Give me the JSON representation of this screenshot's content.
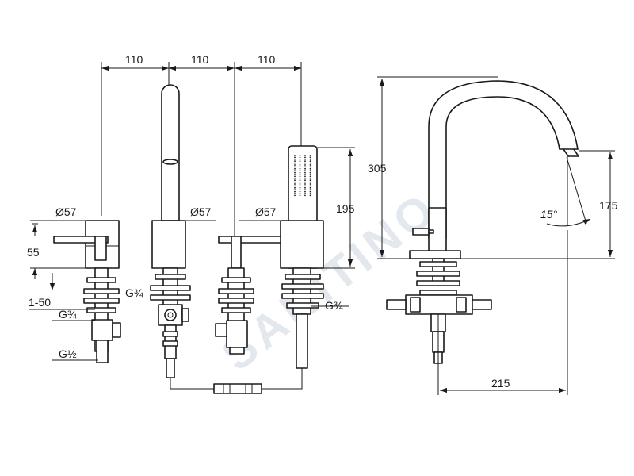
{
  "watermark": {
    "text": "SANITINO"
  },
  "dimensions": {
    "spacing_1": "110",
    "spacing_2": "110",
    "spacing_3": "110",
    "diameter_left": "Ø57",
    "diameter_middle": "Ø57",
    "diameter_right": "Ø57",
    "height_55": "55",
    "range_1_50": "1-50",
    "thread_left_upper": "G¾",
    "thread_left_lower": "G½",
    "thread_spout": "G¾",
    "thread_handshower": "G¾",
    "height_195": "195",
    "height_305": "305",
    "height_175": "175",
    "angle_15": "15°",
    "reach_215": "215"
  },
  "colors": {
    "line": "#1a1a1a",
    "watermark": "#e3e8ee",
    "background": "#ffffff"
  }
}
